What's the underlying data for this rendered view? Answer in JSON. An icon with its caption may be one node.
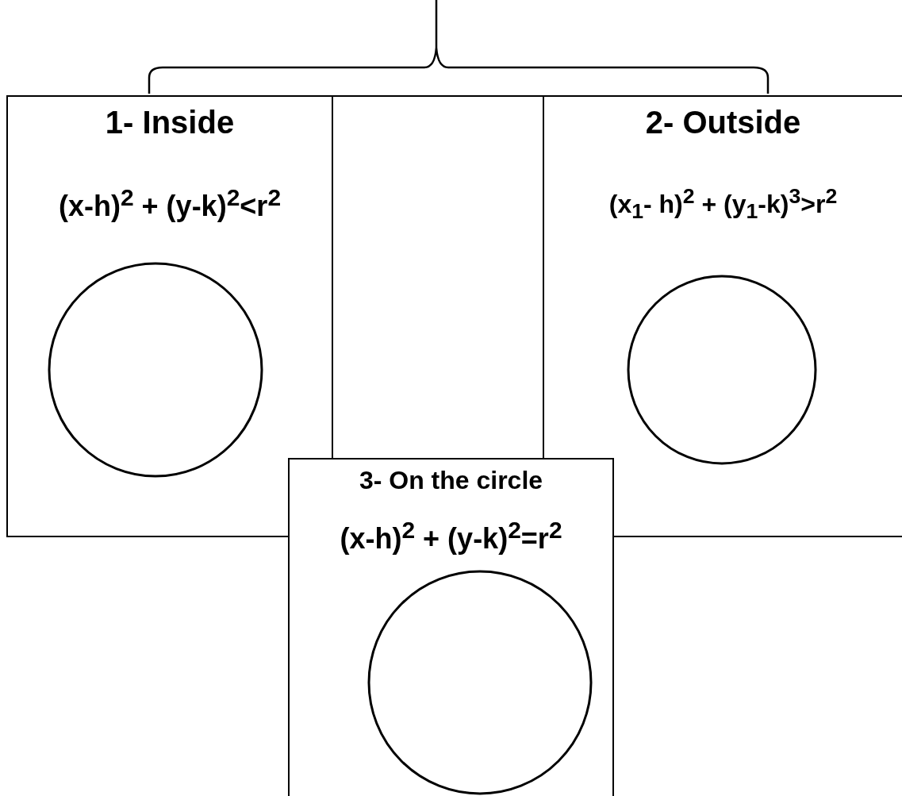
{
  "diagram": {
    "nodes": [
      {
        "text": [
          "1- Inside",
          "(x-h)$^{2}$ + (y-k)$^{2}$<r$^{2}$"
        ]
      },
      {
        "text": [],
        "shape": "box"
      },
      {
        "text": [
          "2- Outside",
          "(x$_{1}$- h)$^{2}$ + (y$_{1}$-k)$^{3}$>r$^{2}$"
        ]
      },
      {
        "text": [
          "3- On the circle",
          "(x-h)$^{2}$ + (y-k)$^{2}$=r$^{2}$"
        ]
      }
    ],
    "edges": []
  }
}
